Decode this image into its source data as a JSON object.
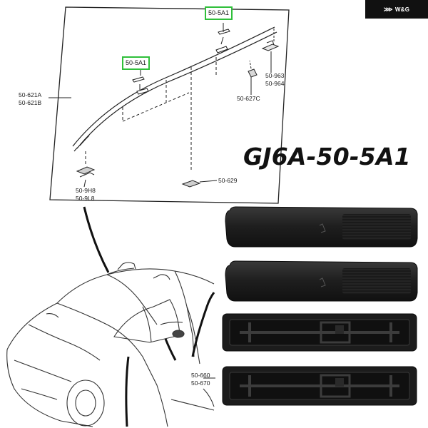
{
  "brand": {
    "logo_text": "W&G"
  },
  "title": {
    "part_number": "GJ6A-50-5A1"
  },
  "diagram": {
    "callouts": [
      {
        "id": "top",
        "label": "50-5A1"
      },
      {
        "id": "left",
        "label": "50-5A1"
      }
    ],
    "labels": {
      "rail_a": "50-621A",
      "rail_b": "50-621B",
      "clip_963": "50-963",
      "clip_964": "50-964",
      "clip_627c": "50-627C",
      "clip_629": "50-629",
      "clip_9h8": "50-9H8",
      "clip_9l8": "50-9L8",
      "molding_660": "50-660",
      "molding_670": "50-670"
    }
  },
  "product_photo": {
    "pieces": 4,
    "color": "#1c1c1c",
    "faces": [
      "top",
      "top",
      "underside",
      "underside"
    ]
  },
  "colors": {
    "callout_border": "#2fbf3a",
    "ink": "#1a1a1a",
    "part": "#1c1c1c"
  }
}
